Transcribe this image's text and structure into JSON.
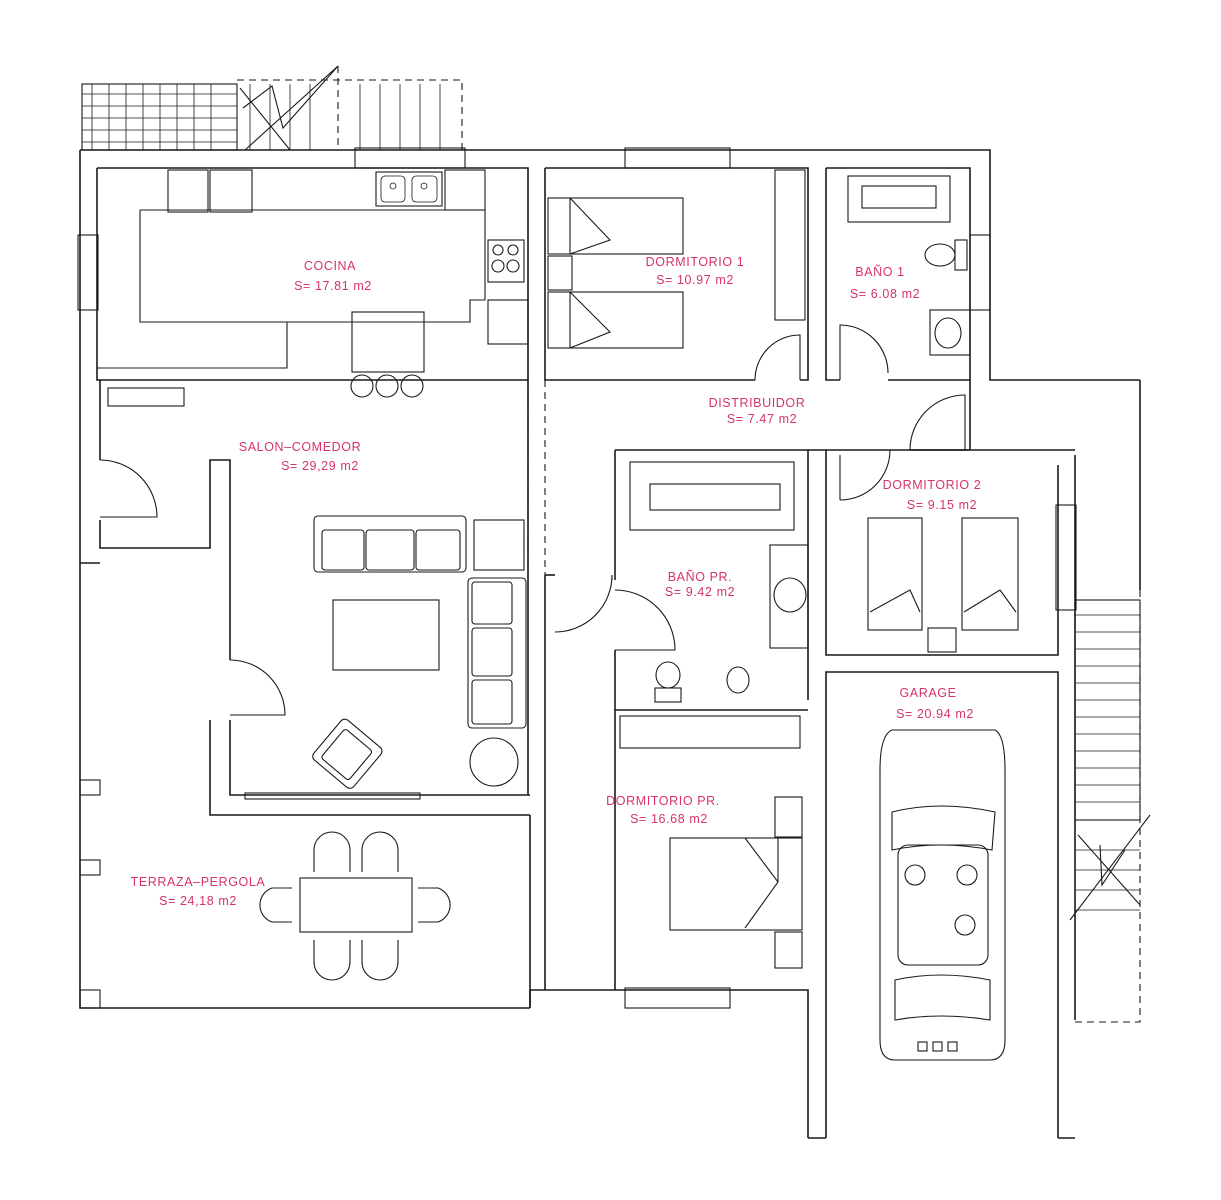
{
  "colors": {
    "label": "#d6336c",
    "line": "#1a1a1a",
    "background": "#ffffff"
  },
  "rooms": {
    "cocina": {
      "name": "COCINA",
      "area": "S=  17.81  m2"
    },
    "dormitorio1": {
      "name": "DORMITORIO  1",
      "area": "S=  10.97  m2"
    },
    "bano1": {
      "name": "BAÑO  1",
      "area": "S=  6.08  m2"
    },
    "distribuidor": {
      "name": "DISTRIBUIDOR",
      "area": "S=  7.47  m2"
    },
    "salon": {
      "name": "SALON–COMEDOR",
      "area": "S=  29,29  m2"
    },
    "dormitorio2": {
      "name": "DORMITORIO  2",
      "area": "S=  9.15  m2"
    },
    "banopr": {
      "name": "BAÑO  PR.",
      "area": "S=  9.42  m2"
    },
    "garage": {
      "name": "GARAGE",
      "area": "S=  20.94  m2"
    },
    "dormitoriopr": {
      "name": "DORMITORIO  PR.",
      "area": "S=  16.68  m2"
    },
    "terraza": {
      "name": "TERRAZA–PERGOLA",
      "area": "S=  24,18  m2"
    }
  }
}
